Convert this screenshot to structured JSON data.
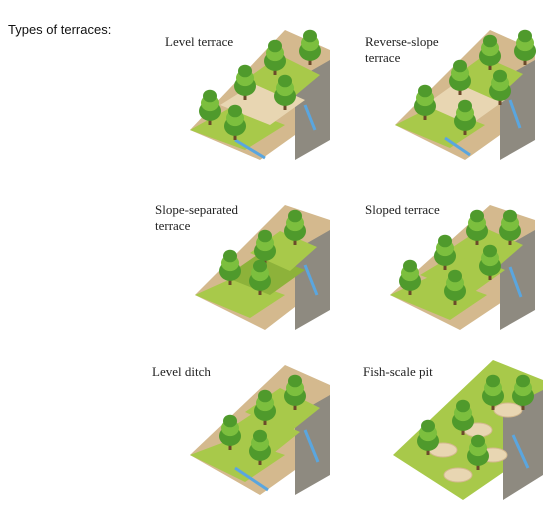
{
  "heading": "Types of terraces:",
  "panels": [
    {
      "caption_lines": [
        "Level terrace"
      ]
    },
    {
      "caption_lines": [
        "Reverse-slope",
        "terrace"
      ]
    },
    {
      "caption_lines": [
        "Slope-separated",
        "terrace"
      ]
    },
    {
      "caption_lines": [
        "Sloped terrace"
      ]
    },
    {
      "caption_lines": [
        "Level ditch"
      ]
    },
    {
      "caption_lines": [
        "Fish-scale pit"
      ]
    }
  ],
  "colors": {
    "grass": "#a8c94a",
    "grass_dark": "#8db23a",
    "soil_top": "#e8d6b2",
    "soil_face": "#d4b98e",
    "rock_side": "#8e8a80",
    "water": "#5aa6df",
    "tree_green": "#4f9a2c",
    "tree_light": "#7cbf3e",
    "trunk": "#6b4a2a"
  }
}
